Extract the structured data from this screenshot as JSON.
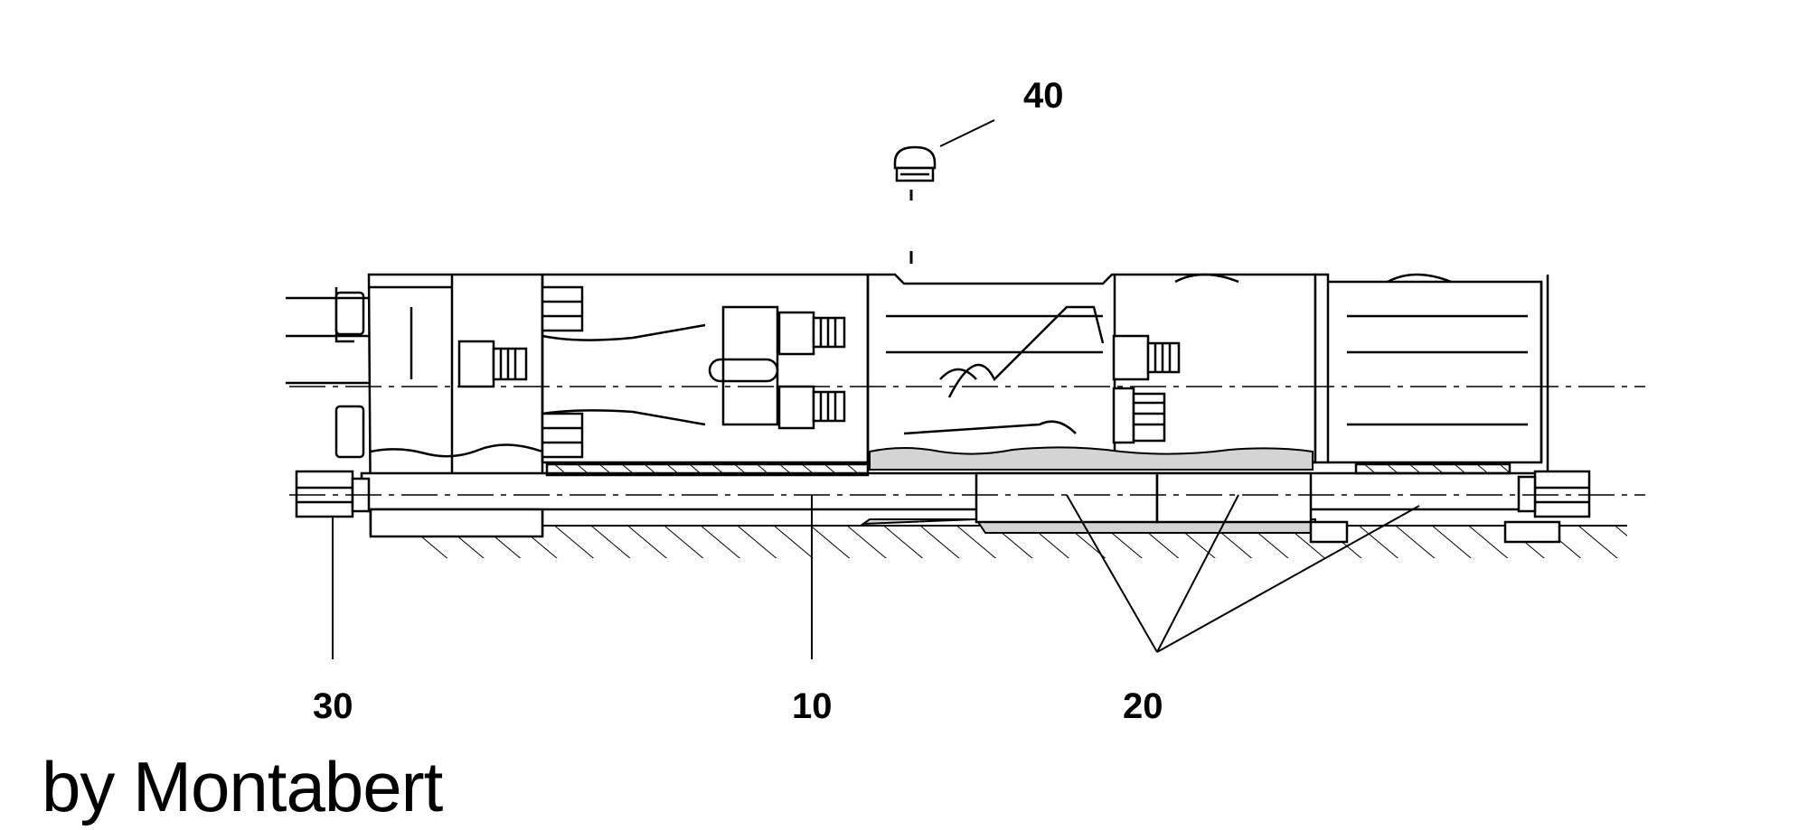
{
  "labels": {
    "part_40": "40",
    "part_30": "30",
    "part_10": "10",
    "part_20": "20"
  },
  "credit": "by Montabert",
  "colors": {
    "ink": "#000000",
    "fill_grey": "#d4d4d4",
    "background": "#ffffff"
  }
}
